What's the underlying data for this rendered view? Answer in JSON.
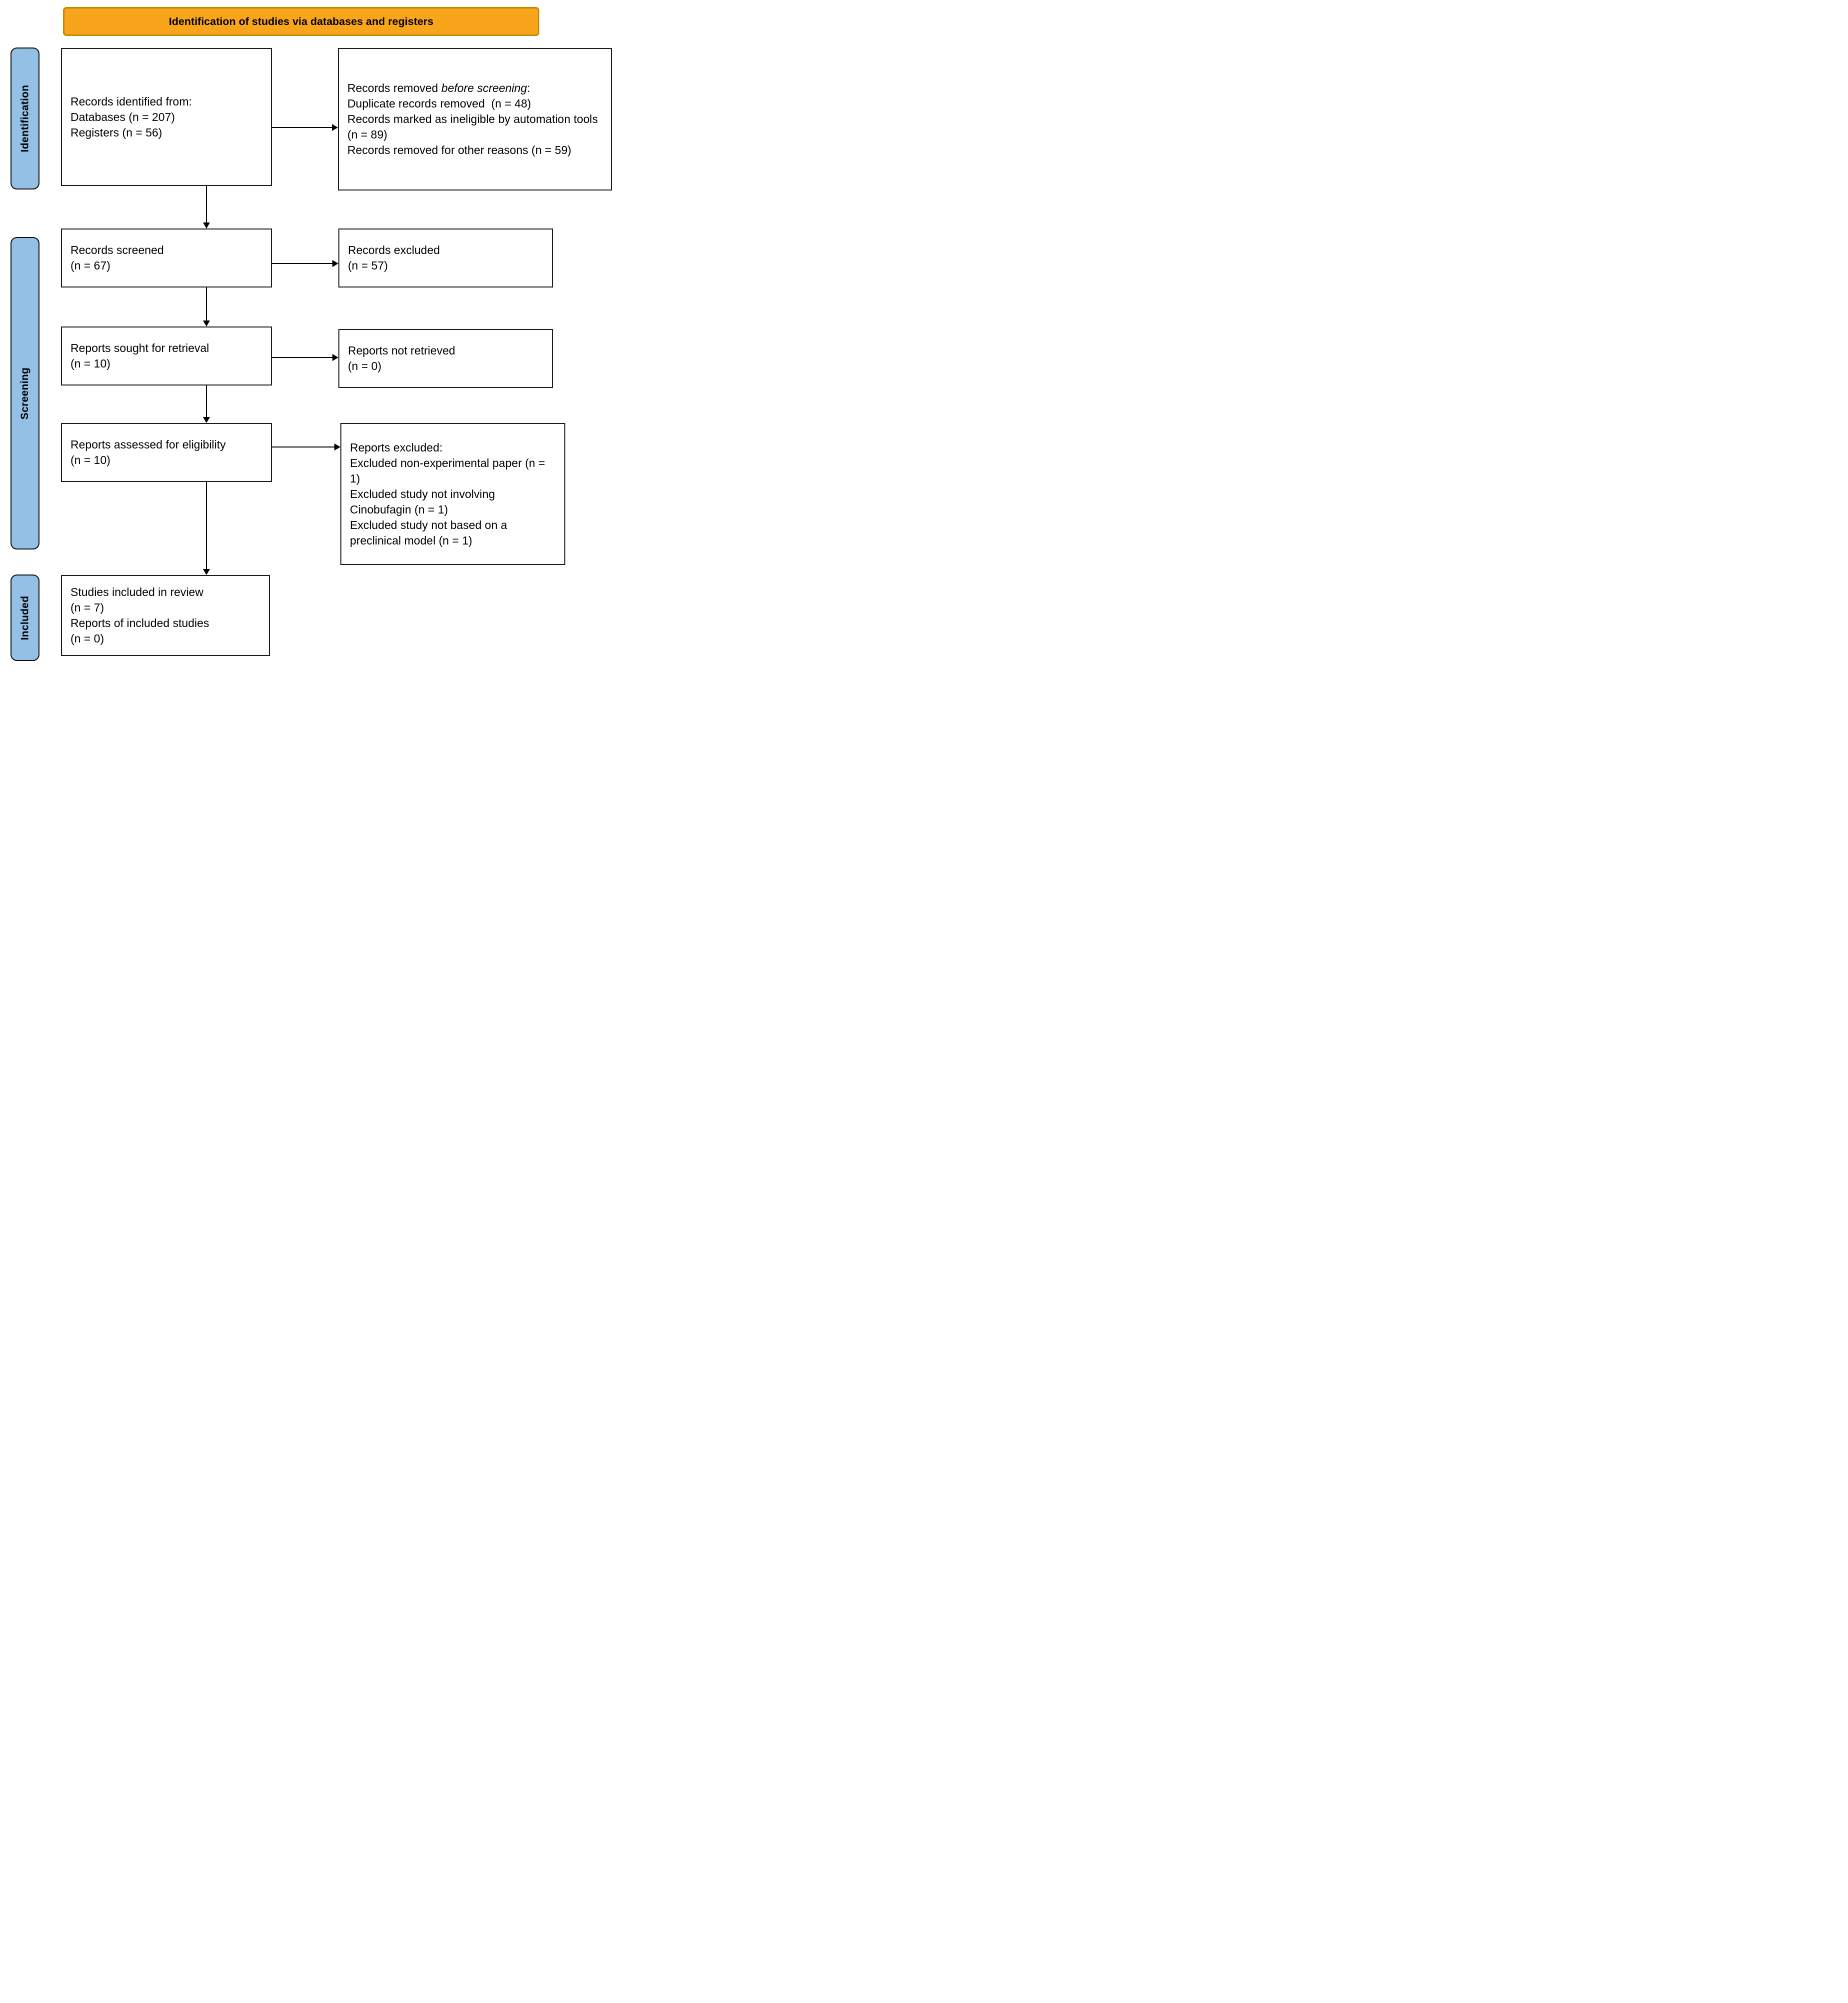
{
  "header": {
    "title": "Identification of studies via databases and registers"
  },
  "colors": {
    "banner_fill": "#F9A51B",
    "banner_border": "#BD8A00",
    "stage_fill": "#93C0E4",
    "box_border": "#1A1A1A",
    "text": "#000000"
  },
  "stages": {
    "identification": "Identification",
    "screening": "Screening",
    "included": "Included"
  },
  "boxes": {
    "records_identified": {
      "lines": [
        "Records identified from:",
        "Databases (n = 207)",
        "Registers (n = 56)"
      ]
    },
    "records_removed": {
      "title_prefix": "Records removed ",
      "title_italic": "before screening",
      "title_suffix": ":",
      "lines": [
        "Duplicate records removed  (n = 48)",
        "Records marked as ineligible by automation tools (n = 89)",
        "Records removed for other reasons (n = 59)"
      ]
    },
    "records_screened": {
      "lines": [
        "Records screened",
        "(n = 67)"
      ]
    },
    "records_excluded": {
      "lines": [
        "Records excluded",
        "(n = 57)"
      ]
    },
    "reports_sought": {
      "lines": [
        "Reports sought for retrieval",
        "(n = 10)"
      ]
    },
    "reports_not_retrieved": {
      "lines": [
        "Reports not retrieved",
        "(n = 0)"
      ]
    },
    "reports_assessed": {
      "lines": [
        "Reports assessed for eligibility",
        "(n = 10)"
      ]
    },
    "reports_excluded": {
      "lines": [
        "Reports excluded:",
        "Excluded non-experimental paper (n = 1)",
        "Excluded study not involving Cinobufagin (n = 1)",
        "Excluded study not based on a preclinical model (n = 1)"
      ]
    },
    "studies_included": {
      "lines": [
        "Studies included in review",
        "(n = 7)",
        "Reports of included studies",
        "(n = 0)"
      ]
    }
  }
}
